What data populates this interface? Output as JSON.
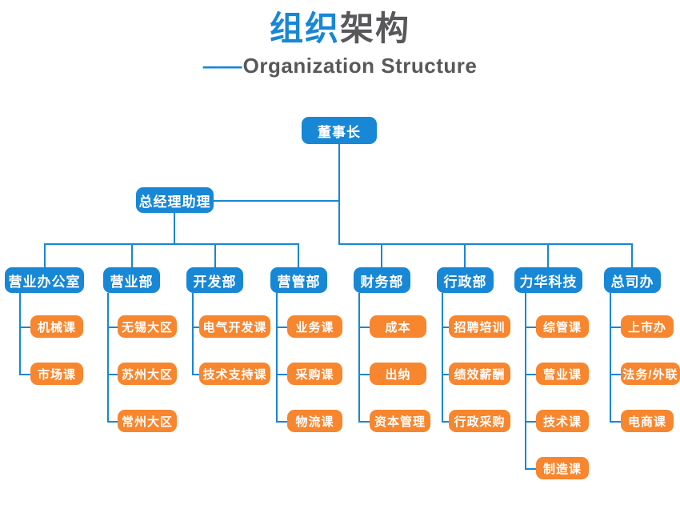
{
  "title": {
    "cn_blue": "组织",
    "cn_gray": "架构",
    "dash": "——",
    "en": "Organization Structure"
  },
  "colors": {
    "blue": "#1787d6",
    "orange": "#f7862f",
    "title_gray": "#58585a",
    "line": "#1787d6",
    "background": "#ffffff"
  },
  "chart_data": {
    "type": "diagram",
    "title": "组织架构 / Organization Structure",
    "root": "董事长",
    "assistant": "总经理助理",
    "departments": [
      {
        "name": "营业办公室",
        "children": [
          "机械课",
          "市场课"
        ]
      },
      {
        "name": "营业部",
        "children": [
          "无锡大区",
          "苏州大区",
          "常州大区"
        ]
      },
      {
        "name": "开发部",
        "children": [
          "电气开发课",
          "技术支持课"
        ]
      },
      {
        "name": "营管部",
        "children": [
          "业务课",
          "采购课",
          "物流课"
        ]
      },
      {
        "name": "财务部",
        "children": [
          "成本",
          "出纳",
          "资本管理"
        ]
      },
      {
        "name": "行政部",
        "children": [
          "招聘培训",
          "绩效薪酬",
          "行政采购"
        ]
      },
      {
        "name": "力华科技",
        "children": [
          "综管课",
          "营业课",
          "技术课",
          "制造课"
        ]
      },
      {
        "name": "总司办",
        "children": [
          "上市办",
          "法务/外联",
          "电商课"
        ]
      }
    ]
  },
  "nodes": {
    "root": "董事长",
    "assistant": "总经理助理",
    "dept": {
      "d0": "营业办公室",
      "d1": "营业部",
      "d2": "开发部",
      "d3": "营管部",
      "d4": "财务部",
      "d5": "行政部",
      "d6": "力华科技",
      "d7": "总司办"
    },
    "sub": {
      "d0c0": "机械课",
      "d0c1": "市场课",
      "d1c0": "无锡大区",
      "d1c1": "苏州大区",
      "d1c2": "常州大区",
      "d2c0": "电气开发课",
      "d2c1": "技术支持课",
      "d3c0": "业务课",
      "d3c1": "采购课",
      "d3c2": "物流课",
      "d4c0": "成本",
      "d4c1": "出纳",
      "d4c2": "资本管理",
      "d5c0": "招聘培训",
      "d5c1": "绩效薪酬",
      "d5c2": "行政采购",
      "d6c0": "综管课",
      "d6c1": "营业课",
      "d6c2": "技术课",
      "d6c3": "制造课",
      "d7c0": "上市办",
      "d7c1": "法务/外联",
      "d7c2": "电商课"
    }
  }
}
